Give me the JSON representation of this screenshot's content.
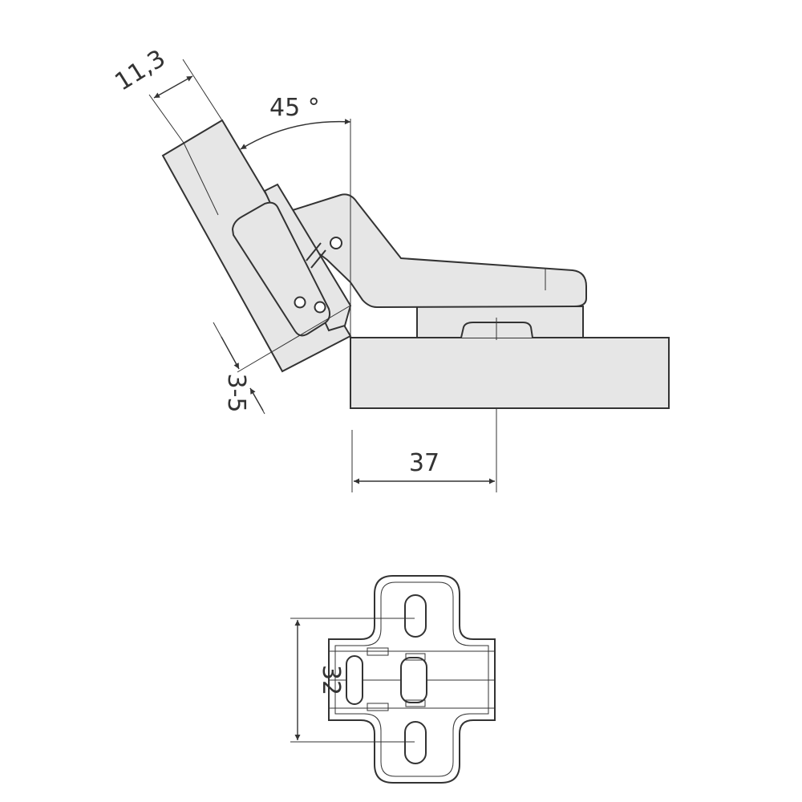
{
  "dimensions": {
    "door_thickness": "11,3",
    "angle": "45 °",
    "overlay_range": "3-5",
    "drill_distance": "37",
    "plate_hole_spacing": "32"
  },
  "colors": {
    "line": "#333333",
    "fill": "#e6e6e6",
    "background": "#ffffff"
  }
}
